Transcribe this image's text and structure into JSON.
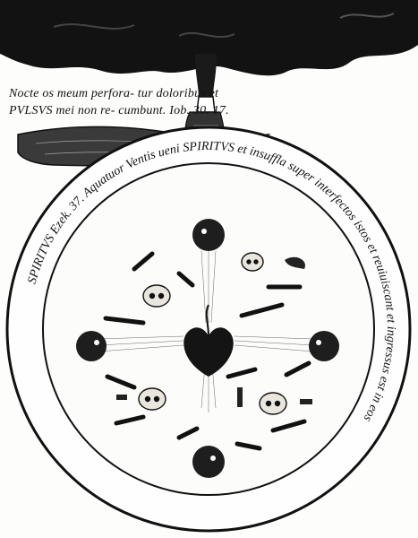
{
  "caption": {
    "line1": "Nocte os meum perfora-  tur doloribus et",
    "line2": "PVLSVS mei non re-     cumbunt. Iob. 30. 17."
  },
  "ring": {
    "text": "SPIRITVS Ezek. 37. Aquatuor Ventis ueni SPIRITVS et insuffla super interfectos istos et reuiuiscant et ingressus est in eos"
  },
  "colors": {
    "ink": "#111111",
    "paper": "#fdfdfb"
  },
  "illustration": {
    "top": "hand-from-cloud",
    "center": "flaming-heart",
    "motifs": [
      "skulls",
      "bones",
      "wind-heads"
    ]
  }
}
